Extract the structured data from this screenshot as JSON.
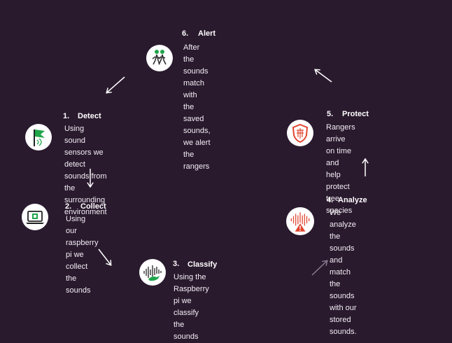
{
  "steps": [
    {
      "number": "1.",
      "title": "Detect",
      "description": [
        "Using sound sensors we detect",
        "sounds from the surrounding",
        "environment"
      ],
      "icon": "flag-sensor-icon"
    },
    {
      "number": "2.",
      "title": "Collect",
      "description": [
        "Using our raspberry pi we",
        "collect the sounds"
      ],
      "icon": "laptop-icon"
    },
    {
      "number": "3.",
      "title": "Classify",
      "description": [
        "Using the Raspberry pi we",
        "classify the sounds"
      ],
      "icon": "bird-soundwave-icon"
    },
    {
      "number": "4.",
      "title": "Analyze",
      "description": [
        "We analyze the sounds and",
        "match the sounds with our",
        "stored sounds."
      ],
      "icon": "soundwave-warning-icon"
    },
    {
      "number": "5.",
      "title": "Protect",
      "description": [
        "Rangers arrive on time",
        "and help protect tree species"
      ],
      "icon": "shield-icon"
    },
    {
      "number": "6.",
      "title": "Alert",
      "description": [
        "After the sounds match with",
        "the saved sounds, we alert",
        "the rangers"
      ],
      "icon": "rangers-icon"
    }
  ],
  "colors": {
    "background": "#2a1a2e",
    "accent_green": "#1fa54a",
    "accent_red": "#e0452f",
    "arrow": "#ffffff",
    "arrow_muted": "#8b7a8f"
  }
}
